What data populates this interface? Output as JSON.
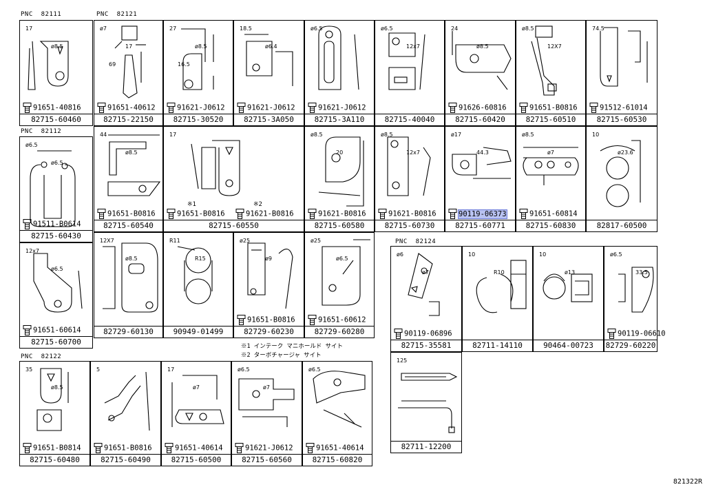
{
  "pnc_label": "PNC",
  "groups": [
    {
      "pnc": "82111"
    },
    {
      "pnc": "82121"
    },
    {
      "pnc": "82112"
    },
    {
      "pnc": "82124"
    },
    {
      "pnc": "82122"
    }
  ],
  "cells": [
    {
      "id": "c1",
      "bolt": "91651-40816",
      "label": "82715-60460",
      "dims": [
        "17",
        "ø8.5"
      ]
    },
    {
      "id": "c2",
      "bolt": "91651-40612",
      "label": "82715-22150",
      "dims": [
        "ø7",
        "17",
        "69"
      ]
    },
    {
      "id": "c3",
      "bolt": "91621-J0612",
      "label": "82715-30520",
      "dims": [
        "27",
        "ø8.5",
        "16.5"
      ]
    },
    {
      "id": "c4",
      "bolt": "91621-J0612",
      "label": "82715-3A050",
      "dims": [
        "18.5",
        "ø6.4"
      ]
    },
    {
      "id": "c5",
      "bolt": "91621-J0612",
      "label": "82715-3A110",
      "dims": [
        "ø6.5"
      ]
    },
    {
      "id": "c6",
      "bolt": "",
      "label": "82715-40040",
      "dims": [
        "ø6.5",
        "12x7"
      ]
    },
    {
      "id": "c7",
      "bolt": "91626-60816",
      "label": "82715-60420",
      "dims": [
        "24",
        "ø8.5"
      ]
    },
    {
      "id": "c8",
      "bolt": "91651-B0816",
      "label": "82715-60510",
      "dims": [
        "ø8.5",
        "12X7"
      ]
    },
    {
      "id": "c9",
      "bolt": "91512-61014",
      "label": "82715-60530",
      "dims": [
        "74.5"
      ]
    },
    {
      "id": "c10",
      "bolt": "91511-B0614",
      "label": "82715-60430",
      "dims": [
        "ø6.5",
        "ø6.5"
      ]
    },
    {
      "id": "c11",
      "bolt": "91651-B0816",
      "label": "82715-60540",
      "dims": [
        "44",
        "ø8.5"
      ]
    },
    {
      "id": "c12",
      "bolt": "91651-B0816",
      "bolt2": "91621-B0816",
      "mark1": "※1",
      "mark2": "※2",
      "label": "82715-60550",
      "dims": [
        "17"
      ]
    },
    {
      "id": "c13",
      "bolt": "91621-B0816",
      "label": "82715-60580",
      "dims": [
        "ø8.5",
        "20"
      ]
    },
    {
      "id": "c14",
      "bolt": "91621-B0816",
      "label": "82715-60730",
      "dims": [
        "ø8.5",
        "12x7"
      ]
    },
    {
      "id": "c15",
      "bolt": "90119-06373",
      "label": "82715-60771",
      "dims": [
        "ø17",
        "44.3"
      ]
    },
    {
      "id": "c16",
      "bolt": "91651-60814",
      "label": "82715-60830",
      "dims": [
        "ø8.5",
        "ø7"
      ]
    },
    {
      "id": "c17",
      "bolt": "",
      "label": "82817-60500",
      "dims": [
        "10",
        "ø23.6"
      ]
    },
    {
      "id": "c18",
      "bolt": "91651-60614",
      "label": "82715-60700",
      "dims": [
        "12x7",
        "ø6.5"
      ]
    },
    {
      "id": "c19",
      "bolt": "",
      "label": "82729-60130",
      "dims": [
        "12X7",
        "ø8.5"
      ]
    },
    {
      "id": "c20",
      "bolt": "",
      "label": "90949-01499",
      "dims": [
        "R11",
        "R15"
      ]
    },
    {
      "id": "c21",
      "bolt": "91651-B0816",
      "label": "82729-60230",
      "dims": [
        "ø25",
        "ø9"
      ]
    },
    {
      "id": "c22",
      "bolt": "91651-60612",
      "label": "82729-60280",
      "dims": [
        "ø25",
        "ø6.5"
      ]
    },
    {
      "id": "c23",
      "bolt": "90119-06896",
      "label": "82715-35581",
      "dims": [
        "ø6",
        "ø7"
      ]
    },
    {
      "id": "c24",
      "bolt": "",
      "label": "82711-14110",
      "dims": [
        "10",
        "R10"
      ]
    },
    {
      "id": "c25",
      "bolt": "",
      "label": "90464-00723",
      "dims": [
        "10",
        "ø13"
      ]
    },
    {
      "id": "c26",
      "bolt": "90119-06610",
      "label": "82729-60220",
      "dims": [
        "ø6.5",
        "33.5"
      ]
    },
    {
      "id": "c27",
      "bolt": "91651-B0814",
      "label": "82715-60480",
      "dims": [
        "35",
        "ø8.5"
      ]
    },
    {
      "id": "c28",
      "bolt": "91651-B0816",
      "label": "82715-60490",
      "dims": [
        "5"
      ]
    },
    {
      "id": "c29",
      "bolt": "91651-40614",
      "label": "82715-60500",
      "dims": [
        "17",
        "ø7"
      ]
    },
    {
      "id": "c30",
      "bolt": "91621-J0612",
      "label": "82715-60560",
      "dims": [
        "ø6.5",
        "ø7"
      ]
    },
    {
      "id": "c31",
      "bolt": "91651-40614",
      "label": "82715-60820",
      "dims": [
        "ø6.5"
      ]
    },
    {
      "id": "c32",
      "bolt": "",
      "label": "82711-12200",
      "dims": [
        "125"
      ]
    }
  ],
  "notes": [
    "※1 インテーク マニホールド サイト",
    "※2 ターボチャージャ サイト"
  ],
  "diagram_code": "821322R"
}
